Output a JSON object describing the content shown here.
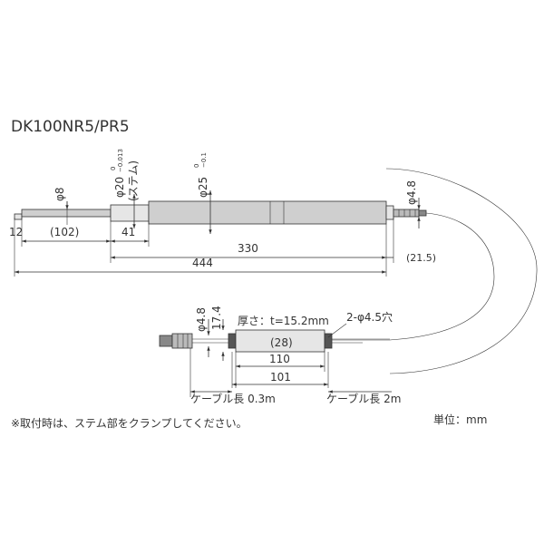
{
  "model": "DK100NR5/PR5",
  "probe": {
    "tip_dia": "φ8",
    "stem_dia_label": "φ20",
    "stem_tol_upper": "0",
    "stem_tol_lower": "−0.013",
    "stem_note": "(ステム)",
    "body_dia_label": "φ25",
    "body_tol_upper": "0",
    "body_tol_lower": "−0.1",
    "rear_dia": "φ4.8",
    "dim_tip": "12",
    "dim_front": "(102)",
    "dim_stem": "41",
    "dim_body": "330",
    "dim_total": "444",
    "dim_rear": "(21.5)"
  },
  "connector": {
    "cable_dia": "φ4.8",
    "height": "17.4",
    "thickness": "厚さ：t=15.2mm",
    "holes": "2-φ4.5穴",
    "inner": "(28)",
    "width": "110",
    "pitch": "101"
  },
  "cables": {
    "short": "ケーブル長 0.3m",
    "long": "ケーブル長 2m"
  },
  "note": "※取付時は、ステム部をクランプしてください。",
  "unit": "単位：mm"
}
